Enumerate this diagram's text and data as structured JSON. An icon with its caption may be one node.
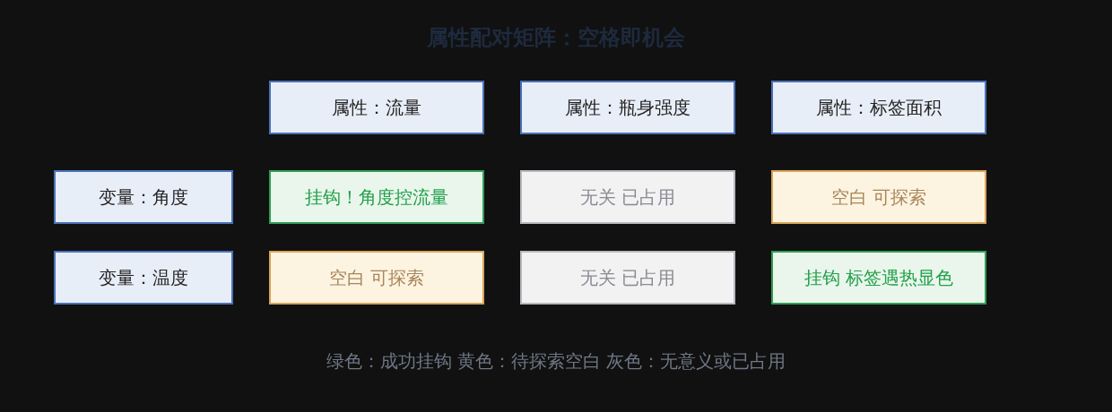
{
  "diagram": {
    "title": "属性配对矩阵：空格即机会",
    "nodes": [
      {
        "text": [
          "属性：流量"
        ]
      },
      {
        "text": [
          "属性：瓶身强度"
        ]
      },
      {
        "text": [
          "属性：标签面积"
        ]
      },
      {
        "text": [
          "变量：角度"
        ]
      },
      {
        "text": [
          "挂钩！角度控流量"
        ]
      },
      {
        "text": [
          "无关 已占用"
        ]
      },
      {
        "text": [
          "空白 可探索"
        ]
      },
      {
        "text": [
          "变量：温度"
        ]
      },
      {
        "text": [
          "空白 可探索"
        ]
      },
      {
        "text": [
          "无关 已占用"
        ]
      },
      {
        "text": [
          "挂钩 标签遇热显色"
        ]
      }
    ],
    "caption": "绿色：成功挂钩 黄色：待探索空白 灰色：无意义或已占用"
  }
}
